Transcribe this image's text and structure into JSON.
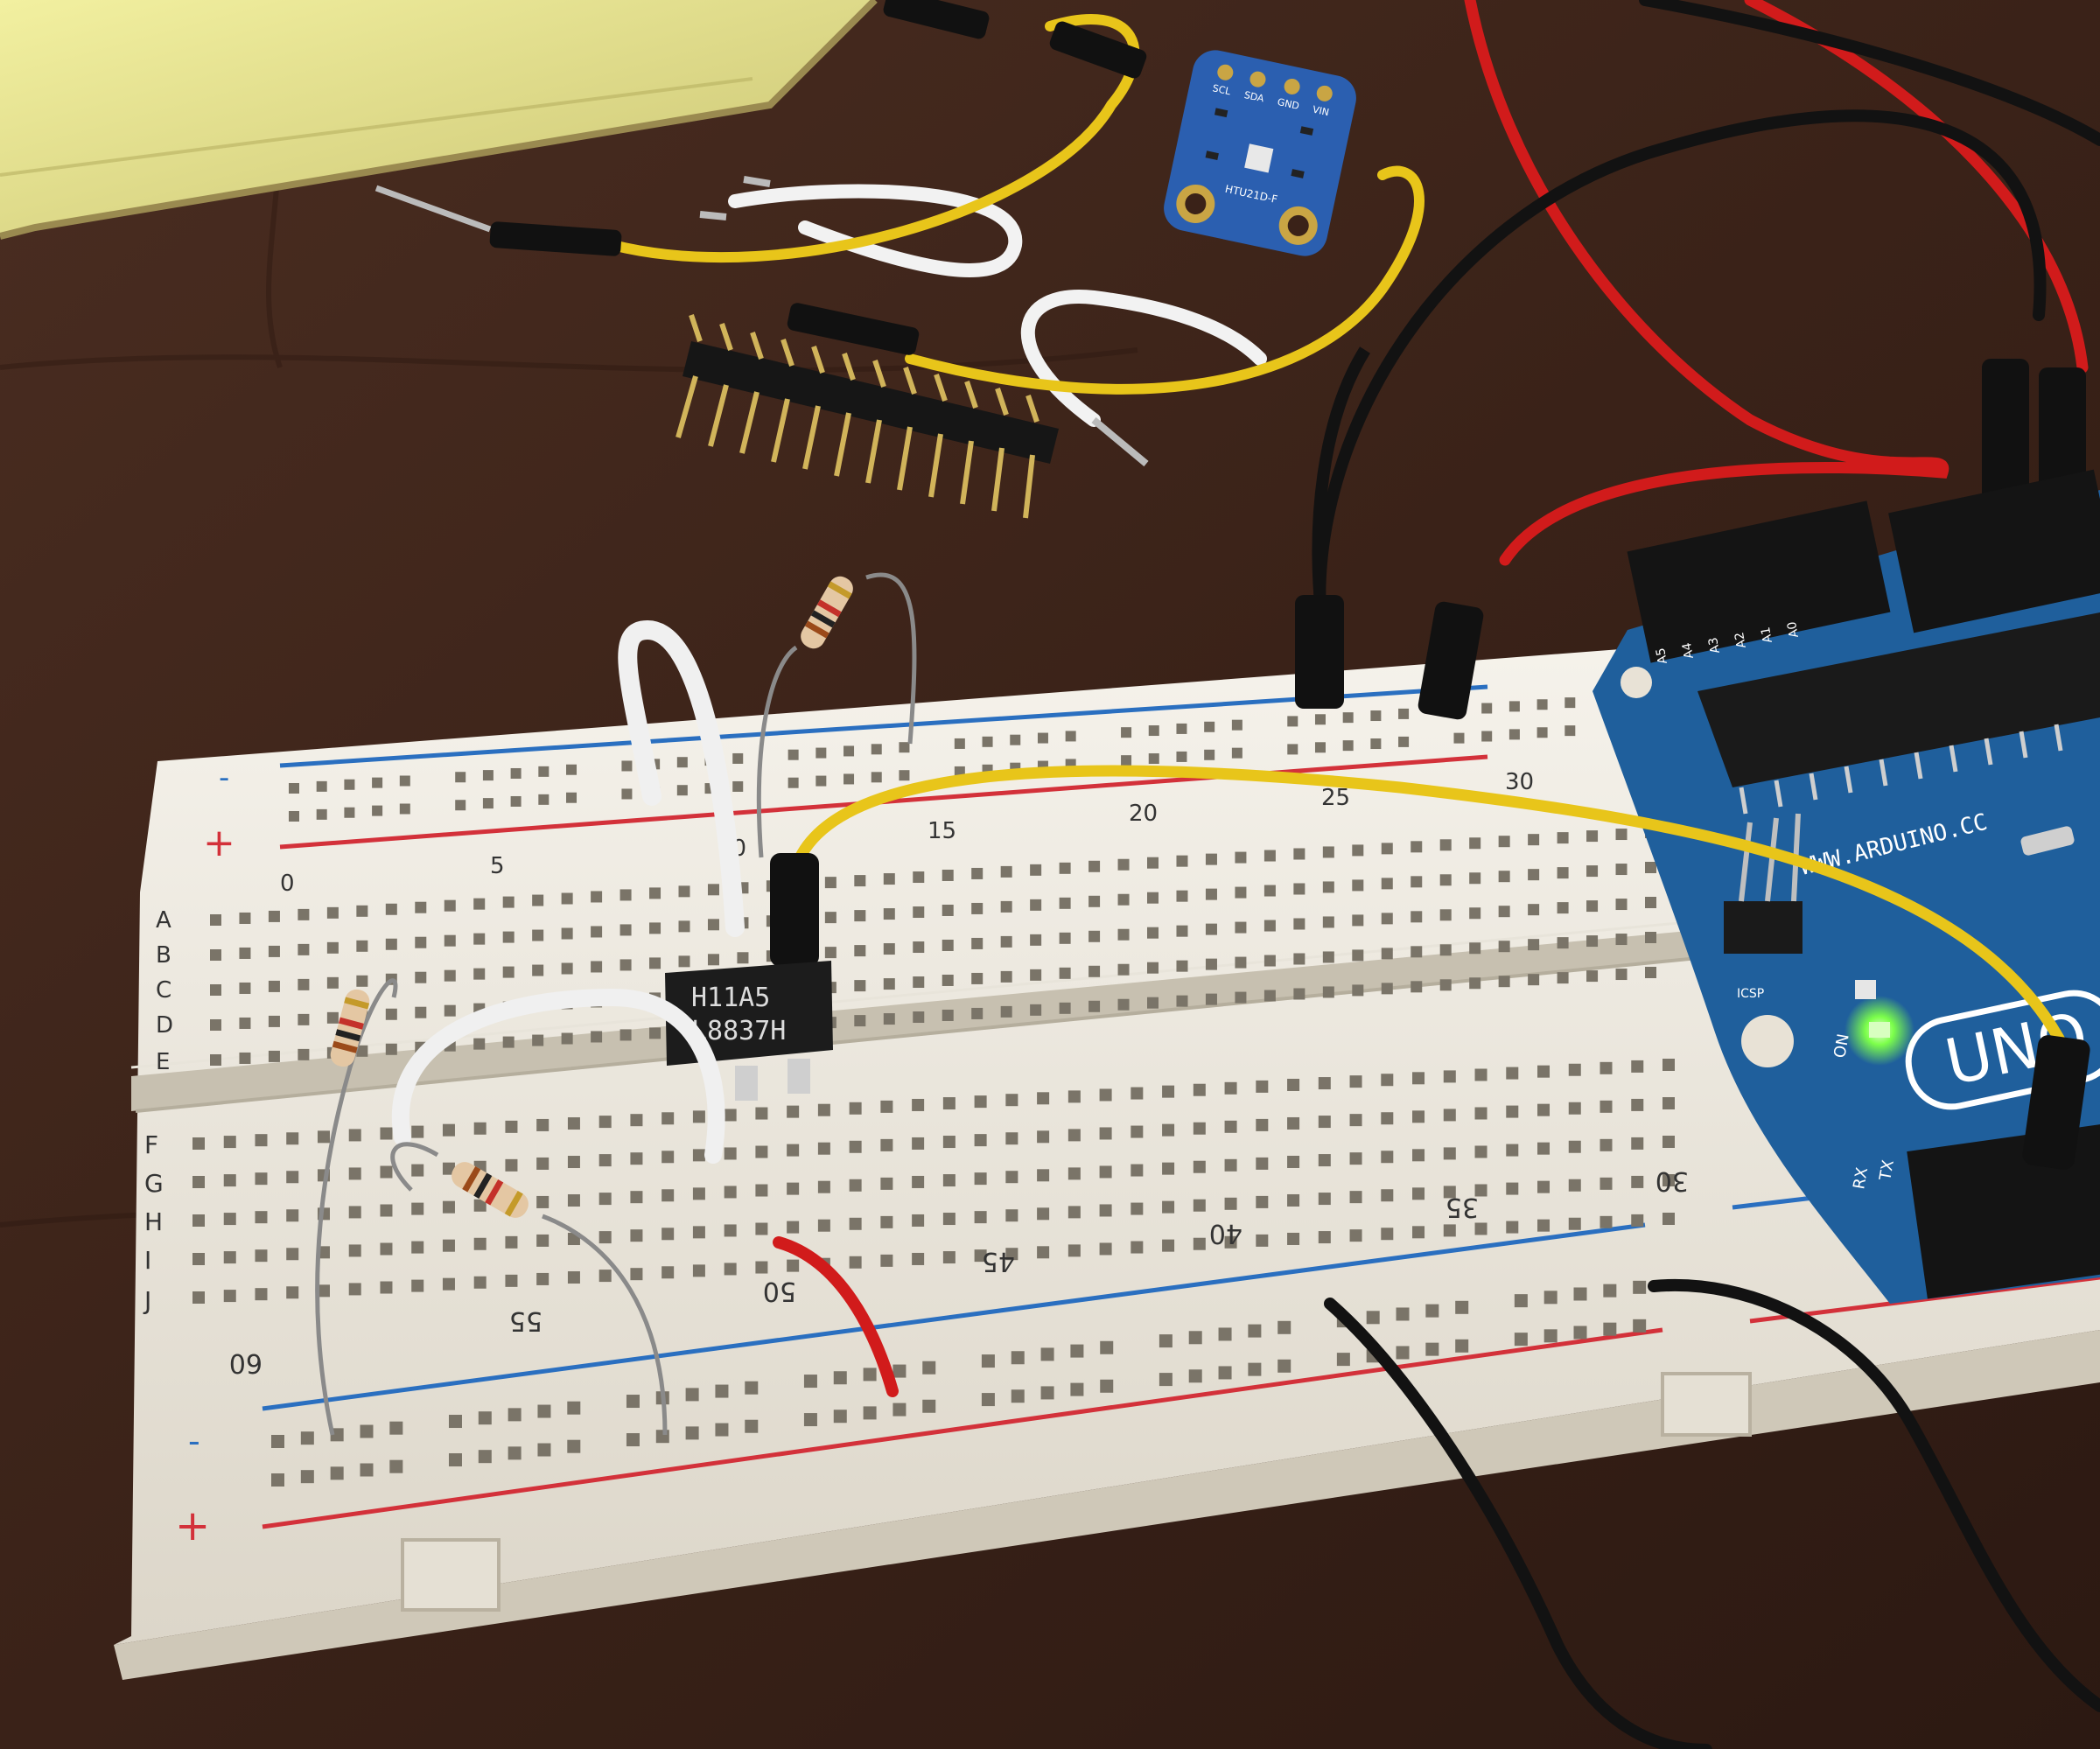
{
  "scene": {
    "description_free": true
  },
  "breadboard": {
    "column_numbers_top": [
      "0",
      "5",
      "10",
      "15",
      "20",
      "25",
      "30"
    ],
    "column_numbers_bottom": [
      "60",
      "55",
      "50",
      "45",
      "40",
      "35",
      "30"
    ],
    "row_letters_top": [
      "A",
      "B",
      "C",
      "D",
      "E"
    ],
    "row_letters_bottom": [
      "F",
      "G",
      "H",
      "I",
      "J"
    ],
    "rail_minus": "-",
    "rail_plus": "+"
  },
  "ic_chip": {
    "line1": "H11A5",
    "line2": "L8837H"
  },
  "arduino": {
    "url_text": "WWW.ARDUINO.CC",
    "model_text": "UNO",
    "on_label": "ON",
    "tx_label": "TX",
    "rx_label": "RX",
    "icsp_label": "ICSP",
    "header_labels": [
      "A5",
      "A4",
      "A3",
      "A2",
      "A1",
      "A0"
    ]
  },
  "sensor_module": {
    "pin_labels": [
      "SCL",
      "SDA",
      "GND",
      "VIN"
    ],
    "board_text": "HTU21D-F"
  },
  "colors": {
    "wood": "#3a2218",
    "breadboard": "#f1ede4",
    "rail_red": "#d3313a",
    "rail_blue": "#2a6fc0",
    "arduino_blue": "#1f5f9c",
    "wire_yellow": "#e8c51a",
    "wire_red": "#d11b1b",
    "wire_black": "#121212",
    "led_green": "#7cff4a"
  }
}
